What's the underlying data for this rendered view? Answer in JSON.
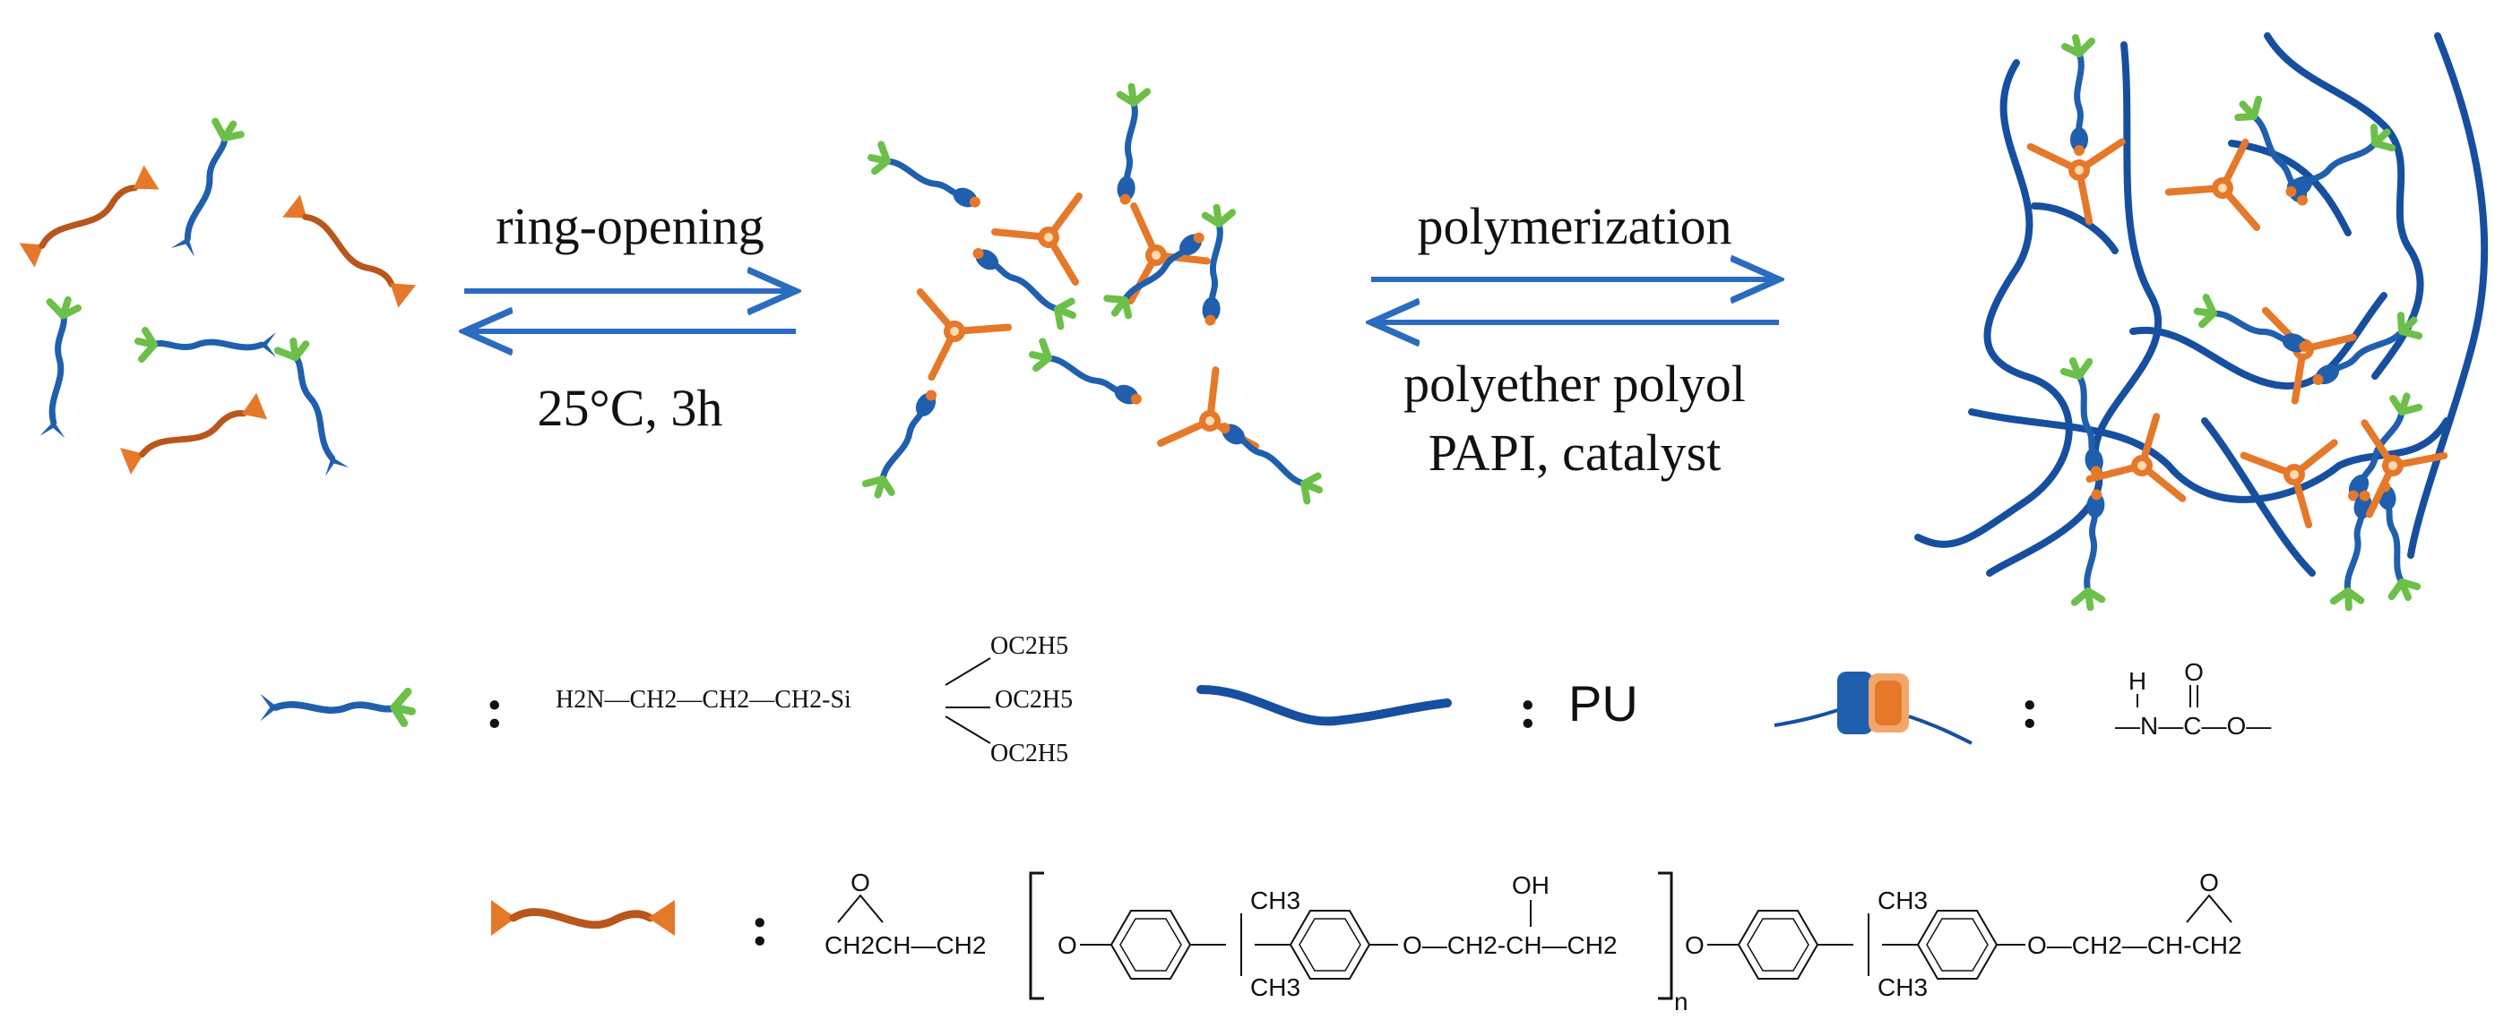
{
  "colors": {
    "blue": "#1f5fae",
    "dark_blue": "#174fa0",
    "orange": "#e6782a",
    "green": "#6cc04a",
    "arrow": "#2a6cc0",
    "text": "#111111"
  },
  "stage1": {
    "forward_label": "ring-opening",
    "condition_label": "25°C, 3h"
  },
  "stage2": {
    "forward_label": "polymerization",
    "reagents_line1": "polyether polyol",
    "reagents_line2": "PAPI,  catalyst"
  },
  "legend": {
    "separator": ":",
    "silane_formula": {
      "main": "H2N—CH2—CH2—CH2-Si",
      "substituent_top": "OC2H5",
      "substituent_mid": "OC2H5",
      "substituent_bottom": "OC2H5"
    },
    "pu_label": "PU",
    "urethane_formula": {
      "h": "H",
      "o": "O",
      "chain": "—N—C—O—"
    },
    "epoxy_formula": {
      "left_end": "CH2CH—CH2",
      "ring_o": "O",
      "o1": "O",
      "ch3_top": "CH3",
      "ch3_bottom": "CH3",
      "oh": "OH",
      "mid_chain": "O—CH2-CH—CH2",
      "repeat_n": "n",
      "o2": "O",
      "right_end": "O—CH2—CH-CH2"
    }
  }
}
